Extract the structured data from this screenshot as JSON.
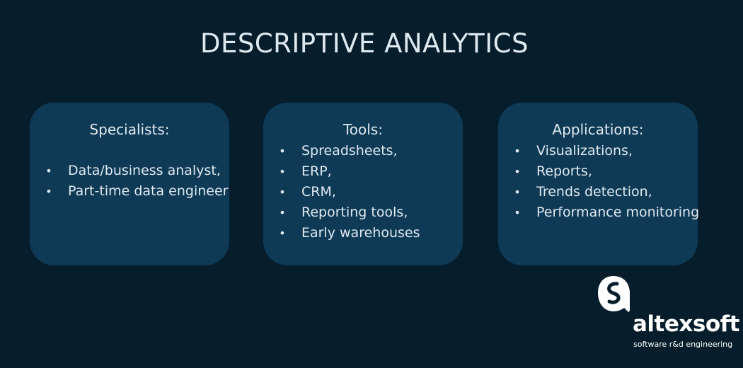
{
  "title": "DESCRIPTIVE ANALYTICS",
  "cards": [
    {
      "heading": "Specialists:",
      "items": [
        "Data/business analyst,",
        "Part-time data engineer"
      ]
    },
    {
      "heading": "Tools:",
      "items": [
        "Spreadsheets,",
        "ERP,",
        "CRM,",
        "Reporting tools,",
        "Early warehouses"
      ]
    },
    {
      "heading": "Applications:",
      "items": [
        "Visualizations,",
        "Reports,",
        "Trends detection,",
        "Performance monitoring"
      ]
    }
  ],
  "bullet": "•",
  "logo": {
    "name": "altexsoft",
    "tagline": "software r&d engineering",
    "icon": "altexsoft-logo-icon"
  },
  "colors": {
    "background": "#061d2c",
    "card": "#0e3a56",
    "text": "#dfe9f0",
    "logo": "#ffffff"
  }
}
